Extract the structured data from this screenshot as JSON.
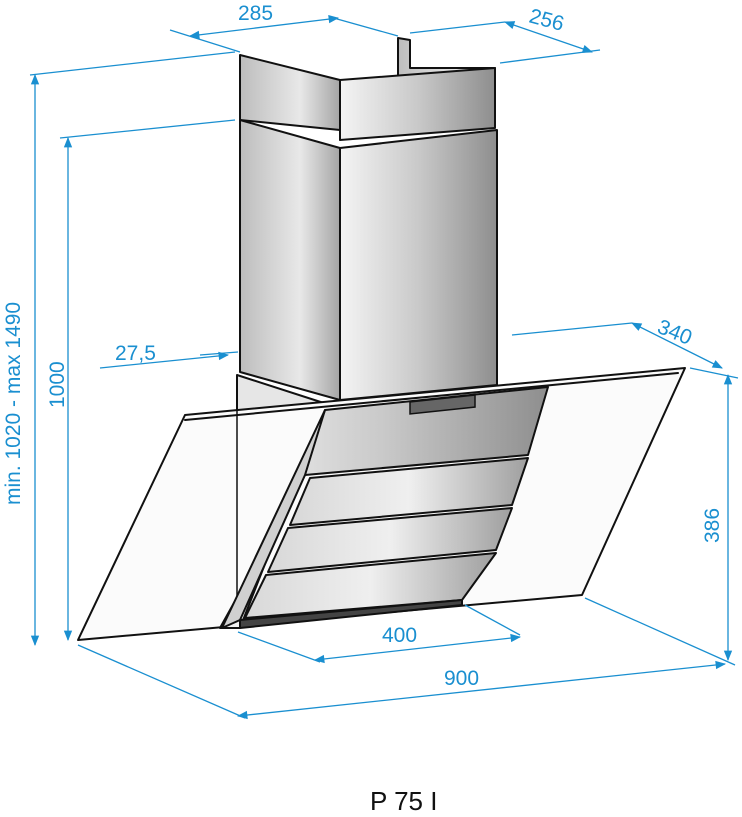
{
  "model": "P 75 I",
  "dimensions": {
    "chimney_width": "285",
    "chimney_depth": "256",
    "hood_depth": "340",
    "offset": "27,5",
    "height_1000": "1000",
    "total_height": "min. 1020 - max 1490",
    "hood_height": "386",
    "inner_width": "400",
    "total_width": "900"
  },
  "colors": {
    "dimension": "#1a8fd0",
    "outline": "#111111"
  }
}
